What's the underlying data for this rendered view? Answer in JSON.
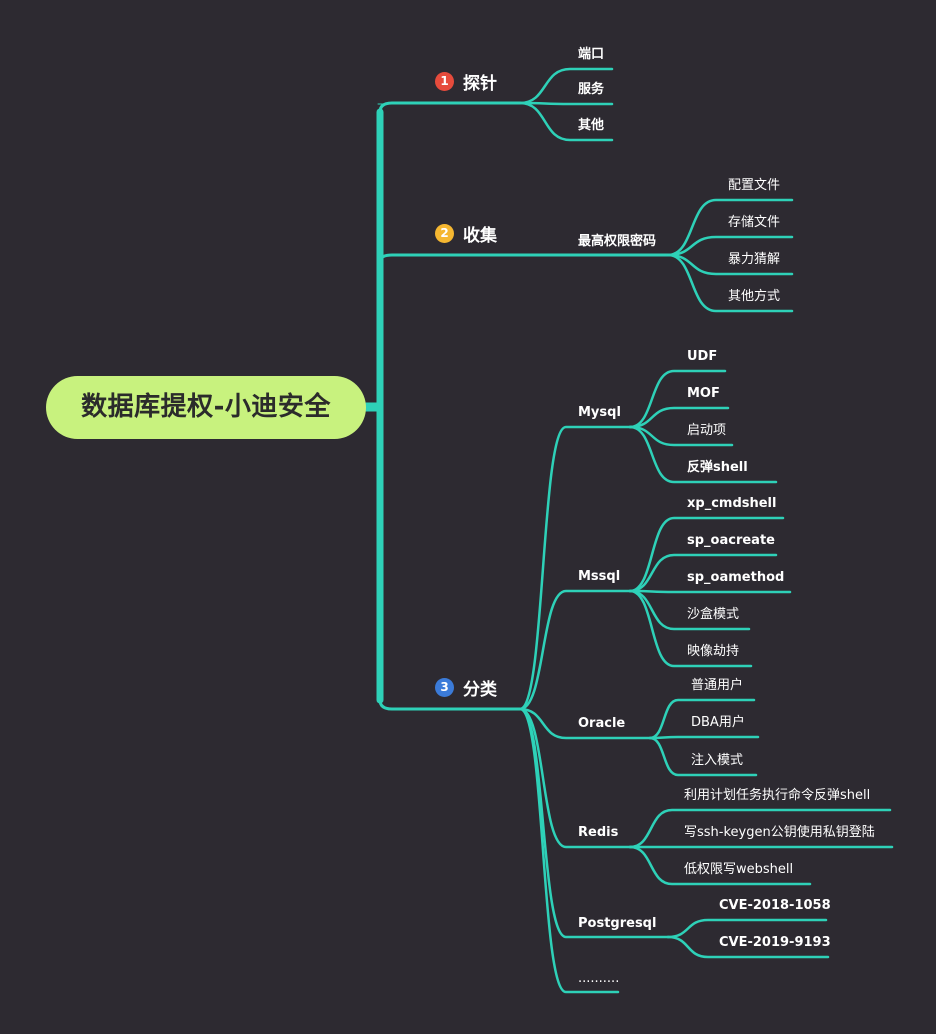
{
  "root": "数据库提权-小迪安全",
  "colors": {
    "background": "#2d2a31",
    "root": "#c8f27e",
    "line": "#2ed1b8"
  },
  "branches": [
    {
      "num": "1",
      "label": "探针",
      "badge": "#e64b3c",
      "children": [
        {
          "label": "端口"
        },
        {
          "label": "服务"
        },
        {
          "label": "其他"
        }
      ]
    },
    {
      "num": "2",
      "label": "收集",
      "badge": "#f5b731",
      "children": [
        {
          "label": "最高权限密码",
          "children": [
            "配置文件",
            "存储文件",
            "暴力猜解",
            "其他方式"
          ]
        }
      ]
    },
    {
      "num": "3",
      "label": "分类",
      "badge": "#3b7bd9",
      "children": [
        {
          "label": "Mysql",
          "children": [
            "UDF",
            "MOF",
            "启动项",
            "反弹shell"
          ]
        },
        {
          "label": "Mssql",
          "children": [
            "xp_cmdshell",
            "sp_oacreate",
            "sp_oamethod",
            "沙盒模式",
            "映像劫持"
          ]
        },
        {
          "label": "Oracle",
          "children": [
            "普通用户",
            "DBA用户",
            "注入模式"
          ]
        },
        {
          "label": "Redis",
          "children": [
            "利用计划任务执行命令反弹shell",
            "写ssh-keygen公钥使用私钥登陆",
            "低权限写webshell"
          ]
        },
        {
          "label": "Postgresql",
          "children": [
            "CVE-2018-1058",
            "CVE-2019-9193"
          ]
        },
        {
          "label": ".........."
        }
      ]
    }
  ]
}
